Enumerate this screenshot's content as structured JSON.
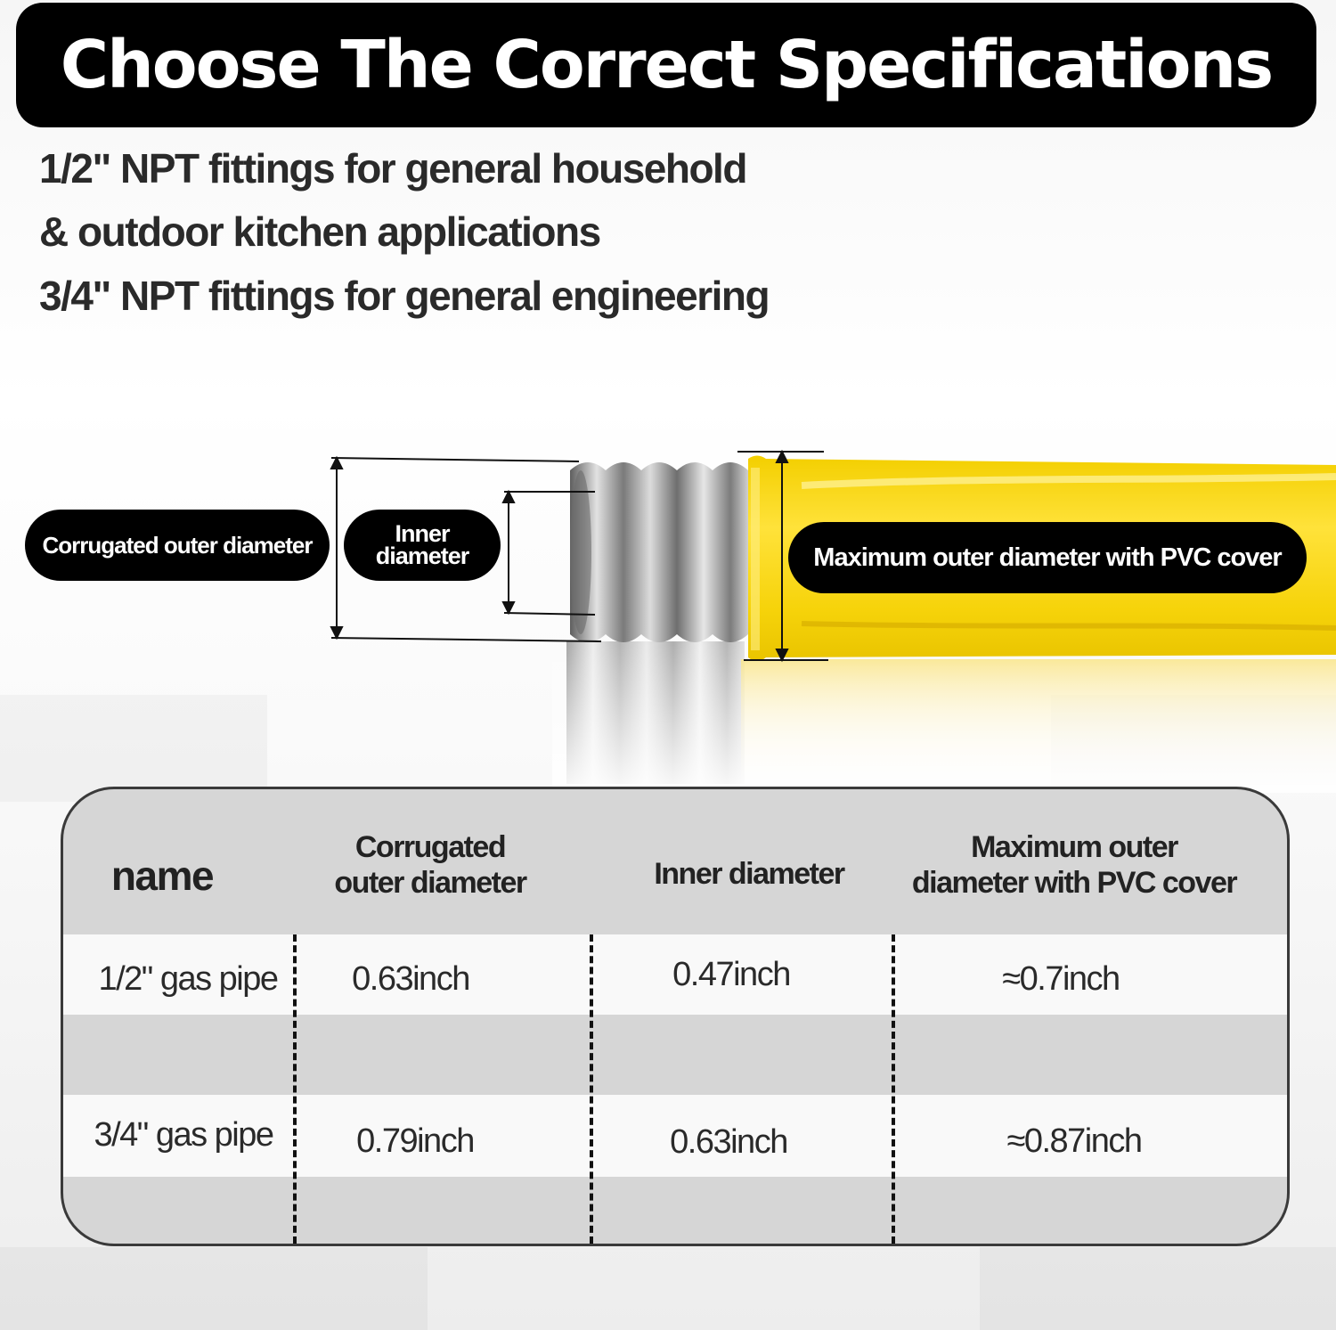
{
  "title": "Choose The Correct Specifications",
  "intro_lines": [
    "1/2\" NPT fittings for general household",
    "& outdoor kitchen applications",
    "3/4\" NPT fittings for general engineering"
  ],
  "diagram_labels": {
    "corrugated_outer": "Corrugated outer diameter",
    "inner_line1": "Inner",
    "inner_line2": "diameter",
    "max_outer": "Maximum outer diameter with PVC cover"
  },
  "colors": {
    "pvc_yellow": "#f5d40f",
    "steel": "#9a9a9a",
    "title_bg": "#000000"
  },
  "table": {
    "headers": {
      "name": "name",
      "corrugated_l1": "Corrugated",
      "corrugated_l2": "outer diameter",
      "inner": "Inner diameter",
      "max_l1": "Maximum outer",
      "max_l2": "diameter with PVC cover"
    },
    "rows": [
      {
        "name": "1/2\" gas pipe",
        "corrugated": "0.63inch",
        "inner": "0.47inch",
        "max": "≈0.7inch"
      },
      {
        "name": "3/4\" gas pipe",
        "corrugated": "0.79inch",
        "inner": "0.63inch",
        "max": "≈0.87inch"
      }
    ]
  }
}
